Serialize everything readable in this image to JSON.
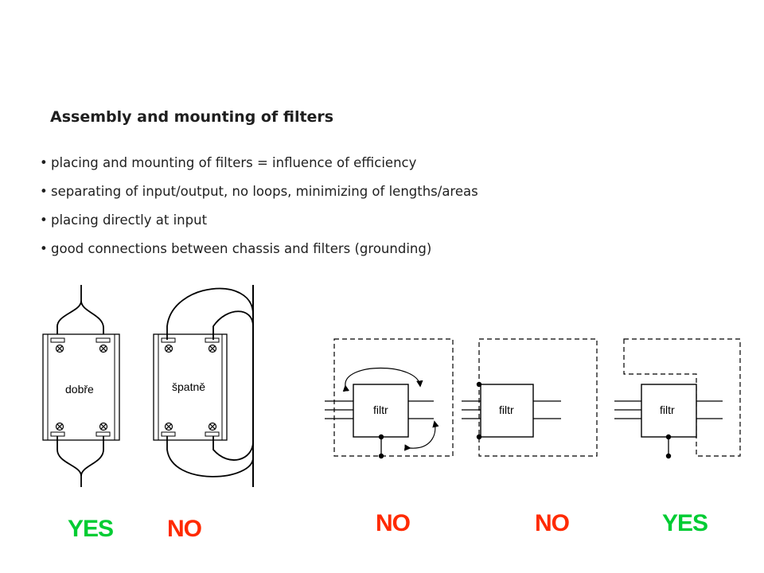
{
  "title": "Assembly and mounting of filters",
  "bullets": [
    "placing and mounting of filters = influence of efficiency",
    "separating of input/output, no loops, minimizing of lengths/areas",
    "placing directly at input",
    "good connections between chassis and filters (grounding)"
  ],
  "bullet_symbol": "•",
  "figures": {
    "left_good_label": "dobře",
    "left_bad_label": "špatně",
    "filter_label": "filtr"
  },
  "verdicts": {
    "v1": "YES",
    "v2": "NO",
    "v3": "NO",
    "v4": "NO",
    "v5": "YES"
  },
  "colors": {
    "yes": "#00cc33",
    "no": "#ff2a00"
  }
}
